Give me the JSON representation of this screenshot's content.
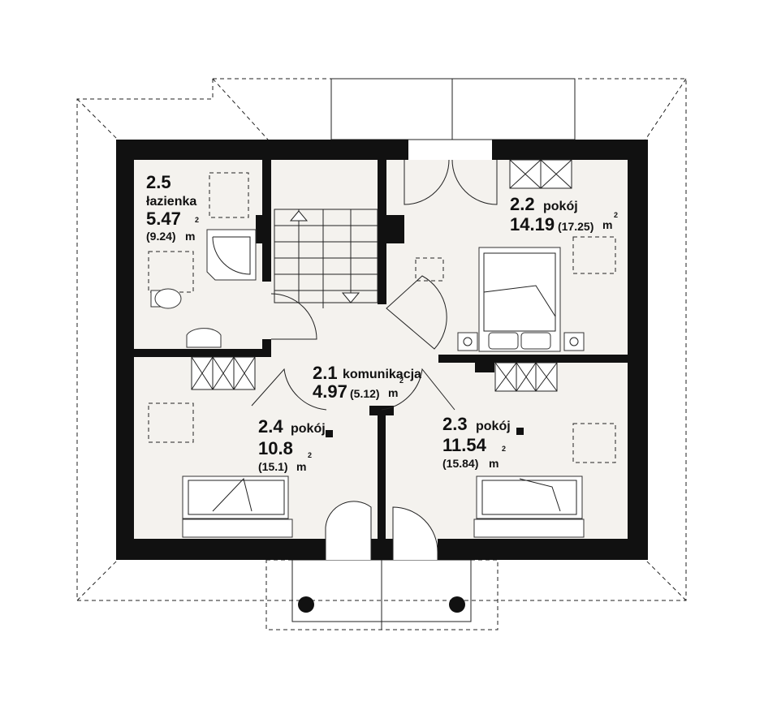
{
  "rooms": [
    {
      "id": "2.1",
      "name": "komunikacja",
      "area": "4.97",
      "area_gross": "(5.12)",
      "unit": "m",
      "unit_sup": "2"
    },
    {
      "id": "2.2",
      "name": "pokój",
      "area": "14.19",
      "area_gross": "(17.25)",
      "unit": "m",
      "unit_sup": "2"
    },
    {
      "id": "2.3",
      "name": "pokój",
      "area": "11.54",
      "area_gross": "(15.84)",
      "unit": "m",
      "unit_sup": "2"
    },
    {
      "id": "2.4",
      "name": "pokój",
      "area": "10.8",
      "area_gross": "(15.1)",
      "unit": "m",
      "unit_sup": "2"
    },
    {
      "id": "2.5",
      "name": "łazienka",
      "area": "5.47",
      "area_gross": "(9.24)",
      "unit": "m",
      "unit_sup": "2"
    }
  ],
  "colors": {
    "wall": "#111111",
    "floor": "#f4f2ee",
    "line": "#222222"
  }
}
